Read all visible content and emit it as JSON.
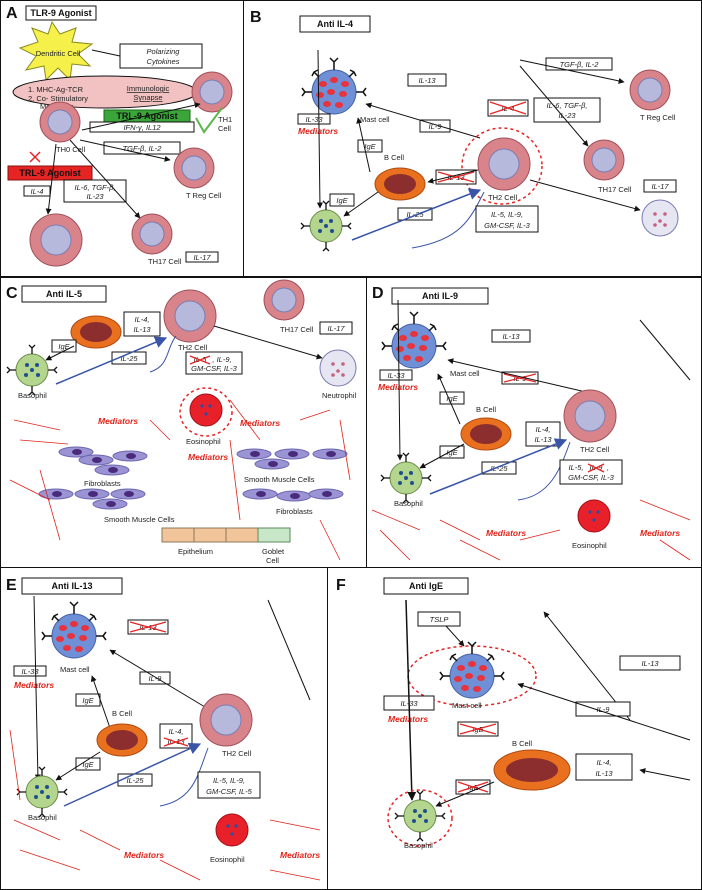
{
  "panels": {
    "A": {
      "letter": "A",
      "title": "TLR-9 Agonist",
      "dendritic": "Dendritic Cell",
      "polarizing_1": "Polarizing",
      "polarizing_2": "Cytokines",
      "mhc_1": "1. MHC-Ag-TCR",
      "mhc_2": "2. Co- Stimulatory",
      "mhc_3": "Molecules",
      "synapse_1": "Immunologic",
      "synapse_2": "Synapse",
      "trl_agonist": "TRL-9 Agonist",
      "ifn": "IFN-γ, IL12",
      "th1_1": "TH1",
      "th1_2": "Cell",
      "th0": "TH0 Cell",
      "tgf": "TGF-β, IL-2",
      "treg": "T Reg Cell",
      "trl_antagonist": "TRL-9 Agonist",
      "il4": "IL-4",
      "il6_1": "IL-6, TGF-β,",
      "il6_2": "IL-23",
      "th17": "TH17 Cell",
      "il17": "IL-17"
    },
    "B": {
      "letter": "B",
      "title": "Anti IL-4",
      "il33": "IL-33",
      "mediators": "Mediators",
      "mast": "Mast cell",
      "il13": "IL-13",
      "il9": "IL-9",
      "ige1": "IgE",
      "bcell": "B Cell",
      "ige2": "IgE",
      "il4_crossed": "IL-4",
      "il13b": "IL-13",
      "th2": "TH2 Cell",
      "il25": "IL-25",
      "il5_1": "IL-5, IL-9,",
      "il5_2": "GM-CSF, IL-3",
      "tgf": "TGF-β, IL-2",
      "treg": "T Reg Cell",
      "il6_1": "IL-6, TGF-β,",
      "il6_2": "IL-23",
      "th17": "TH17 Cell",
      "il17": "IL-17"
    },
    "C": {
      "letter": "C",
      "title": "Anti IL-5",
      "il4_1": "IL-4,",
      "il4_2": "IL-13",
      "th2": "TH2 Cell",
      "ige": "IgE",
      "il25": "IL-25",
      "il5_crossed": "IL-5",
      "il5_1": ", IL-9,",
      "il5_2": "GM-CSF, IL-3",
      "basophil": "Basophil",
      "mediators": "Mediators",
      "eosinophil": "Eosinophil",
      "th17": "TH17 Cell",
      "il17": "IL-17",
      "neutrophil": "Neutrophil",
      "fibroblasts_left": "Fibroblasts",
      "smooth_left": "Smooth Muscle Cells",
      "smooth_right": "Smooth Muscle Cells",
      "fibroblasts_right": "Fibroblasts",
      "epithelium": "Epithelium",
      "goblet_1": "Goblet",
      "goblet_2": "Cell"
    },
    "D": {
      "letter": "D",
      "title": "Anti IL-9",
      "il13": "IL-13",
      "il33": "IL-33",
      "mediators": "Mediators",
      "mast": "Mast cell",
      "il9_crossed": "IL-9",
      "ige1": "IgE",
      "bcell": "B Cell",
      "il4_1": "IL-4,",
      "il4_2": "IL-13",
      "th2": "TH2 Cell",
      "ige2": "IgE",
      "il25": "IL-25",
      "il5_1a": "IL-5,",
      "il5_crossed": "IL-9",
      "il5_1b": ",",
      "il5_2": "GM-CSF, IL-3",
      "basophil": "Basophil",
      "eosinophil": "Eosinophil"
    },
    "E": {
      "letter": "E",
      "title": "Anti IL-13",
      "il13_crossed": "IL-13",
      "il33": "IL-33",
      "mediators": "Mediators",
      "mast": "Mast cell",
      "il9": "IL-9",
      "ige1": "IgE",
      "bcell": "B Cell",
      "il4": "IL-4,",
      "il13b_crossed": "IL-13",
      "th2": "TH2 Cell",
      "ige2": "IgE",
      "il25": "IL-25",
      "il5_1": "IL-5, IL-9,",
      "il5_2": "GM-CSF, IL-5",
      "basophil": "Basophil",
      "eosinophil": "Eosinophil"
    },
    "F": {
      "letter": "F",
      "title": "Anti IgE",
      "tslp": "TSLP",
      "il13": "IL-13",
      "il33": "IL-33",
      "mediators": "Mediators",
      "mast": "Mast cell",
      "il9": "IL-9",
      "ige_crossed1": "IgE",
      "bcell": "B Cell",
      "il4_1": "IL-4,",
      "il4_2": "IL-13",
      "ige_crossed2": "IgE",
      "basophil": "Basophil"
    }
  },
  "colors": {
    "cell_outer": "#d9848a",
    "cell_inner": "#b7b9dc",
    "mast_fill": "#6f8fd6",
    "mast_dots": "#e8323c",
    "basophil_fill": "#b4d58e",
    "bcell_outer": "#e8701e",
    "bcell_inner": "#8c2e2e",
    "eosinophil": "#e8202a",
    "neutrophil": "#e6e6f2",
    "dendritic": "#f5f04a",
    "synapse_fill": "#f2c2c2",
    "agonist_green": "#3aa63a",
    "agonist_red": "#e62424",
    "mediator_red": "#e0241b",
    "arrow_blue": "#3a55a8"
  }
}
